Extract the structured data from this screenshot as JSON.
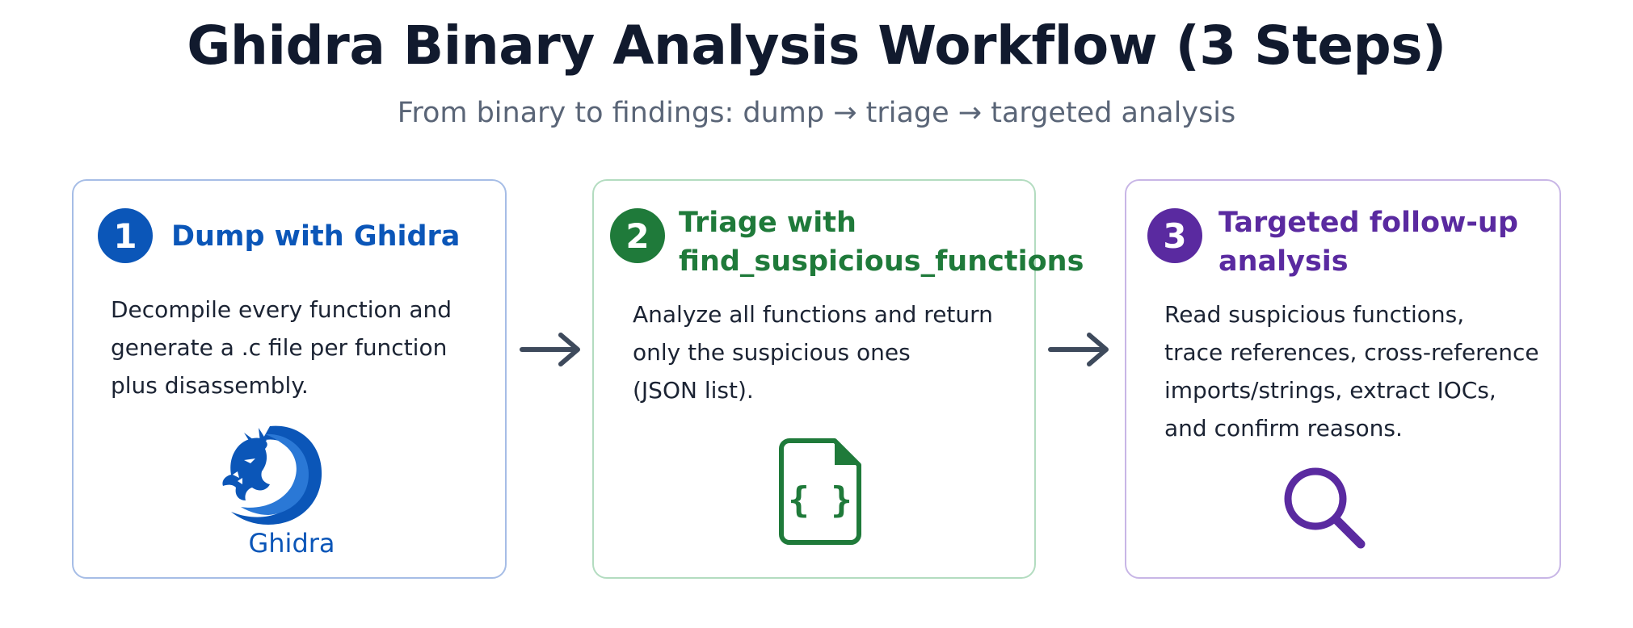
{
  "header": {
    "title": "Ghidra Binary Analysis Workflow (3 Steps)",
    "subtitle": "From binary to findings: dump → triage → targeted analysis"
  },
  "steps": [
    {
      "number": "1",
      "title": "Dump with Ghidra",
      "lines": [
        "Decompile every function and",
        "generate a .c file per function",
        "plus disassembly."
      ],
      "icon": "ghidra-dragon-logo",
      "icon_label": "Ghidra",
      "accent": "#0b56b8"
    },
    {
      "number": "2",
      "title_lines": [
        "Triage with",
        "find_suspicious_functions"
      ],
      "lines": [
        "Analyze all functions and return",
        "only the suspicious ones",
        "(JSON list)."
      ],
      "icon": "json-file-icon",
      "accent": "#1f7a3a"
    },
    {
      "number": "3",
      "title_lines": [
        "Targeted follow-up",
        "analysis"
      ],
      "lines": [
        "Read suspicious functions,",
        "trace references, cross-reference",
        "imports/strings, extract IOCs,",
        "and confirm reasons."
      ],
      "icon": "magnifier-icon",
      "accent": "#5a2aa0"
    }
  ],
  "connectors": [
    "arrow-right-icon",
    "arrow-right-icon"
  ]
}
